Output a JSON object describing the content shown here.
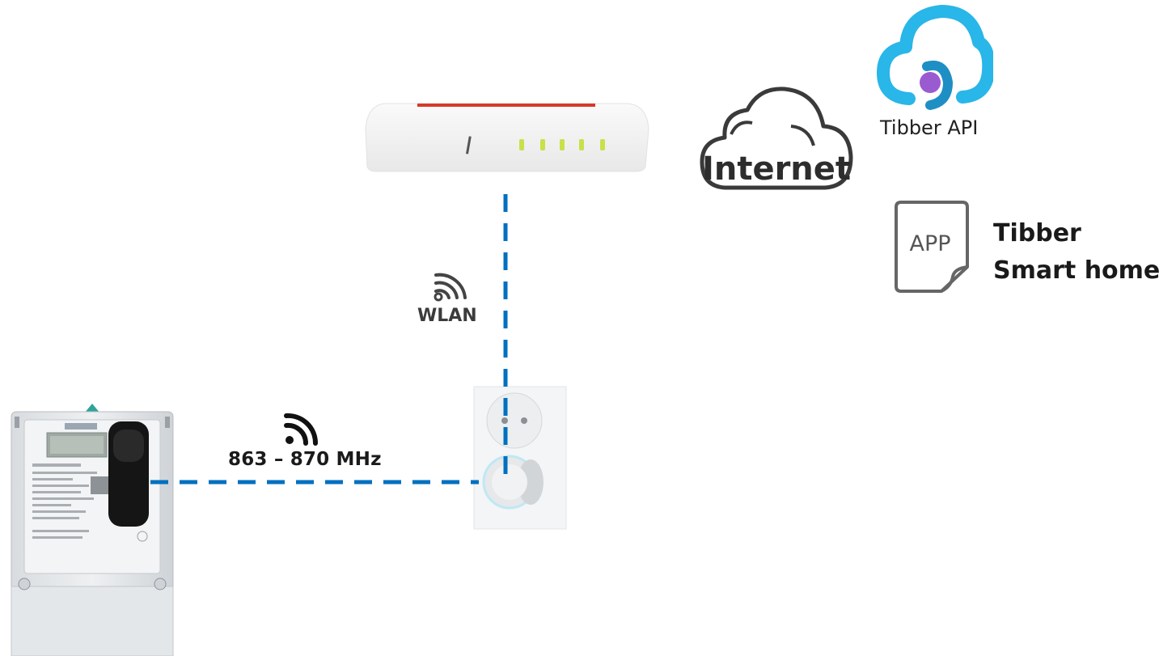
{
  "labels": {
    "frequency": "863 – 870 MHz",
    "wlan": "WLAN",
    "internet": "Internet",
    "tibber_api": "Tibber API",
    "app_badge": "APP",
    "app_title_line1": "Tibber",
    "app_title_line2": "Smart home"
  },
  "colors": {
    "link": "#0070C0",
    "router_stripe": "#d63a2a",
    "led": "#c8e04a",
    "cloud_outline": "#3a3a3a",
    "api_cloud": "#29b6e8",
    "api_dot": "#9a5bd1"
  },
  "icons": {
    "router": "router-icon",
    "smart_meter": "smart-meter-icon",
    "bridge": "tibber-pulse-bridge-icon",
    "internet": "internet-cloud-icon",
    "tibber_api": "cloud-api-icon",
    "app": "app-document-icon",
    "signal_wlan": "wifi-signal-icon",
    "signal_radio": "radio-signal-icon"
  }
}
